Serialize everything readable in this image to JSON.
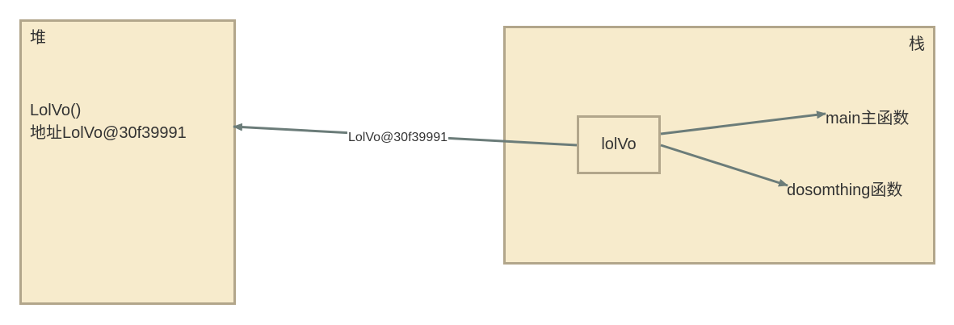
{
  "heap": {
    "title": "堆",
    "content": "LolVo()\n地址LolVo@30f39991"
  },
  "stack": {
    "title": "栈",
    "variable": "lolVo"
  },
  "targets": {
    "main": "main主函数",
    "dosomthing": "dosomthing函数"
  },
  "edge_label": "LolVo@30f39991",
  "colors": {
    "box_fill": "#f7ebcc",
    "box_border": "#b2a68b",
    "arrow": "#6b7c79",
    "text": "#333333"
  }
}
